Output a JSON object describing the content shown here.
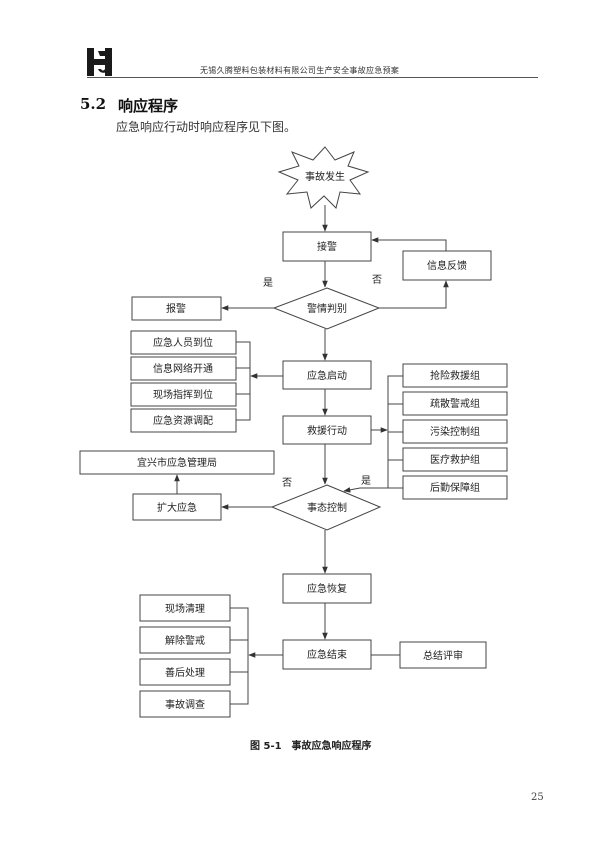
{
  "header": {
    "company_text": "无锡久腾塑料包装材料有限公司生产安全事故应急预案"
  },
  "section": {
    "number": "5.2",
    "title": "响应程序",
    "intro": "应急响应行动时响应程序见下图。"
  },
  "flow": {
    "start": "事故发生",
    "receive": "接警",
    "feedback": "信息反馈",
    "judge": "警情判别",
    "yes_label": "是",
    "no_label": "否",
    "report": "报警",
    "left_steps": [
      "应急人员到位",
      "信息网络开通",
      "现场指挥到位",
      "应急资源调配"
    ],
    "activate": "应急启动",
    "rescue": "救援行动",
    "right_groups": [
      "抢险救援组",
      "疏散警戒组",
      "污染控制组",
      "医疗救护组",
      "后勤保障组"
    ],
    "authority": "宜兴市应急管理局",
    "expand": "扩大应急",
    "control": "事态控制",
    "control_no": "否",
    "control_yes": "是",
    "recover": "应急恢复",
    "end": "应急结束",
    "summary": "总结评审",
    "end_steps": [
      "现场清理",
      "解除警戒",
      "善后处理",
      "事故调查"
    ]
  },
  "caption": "图 5-1　事故应急响应程序",
  "page_number": "25"
}
